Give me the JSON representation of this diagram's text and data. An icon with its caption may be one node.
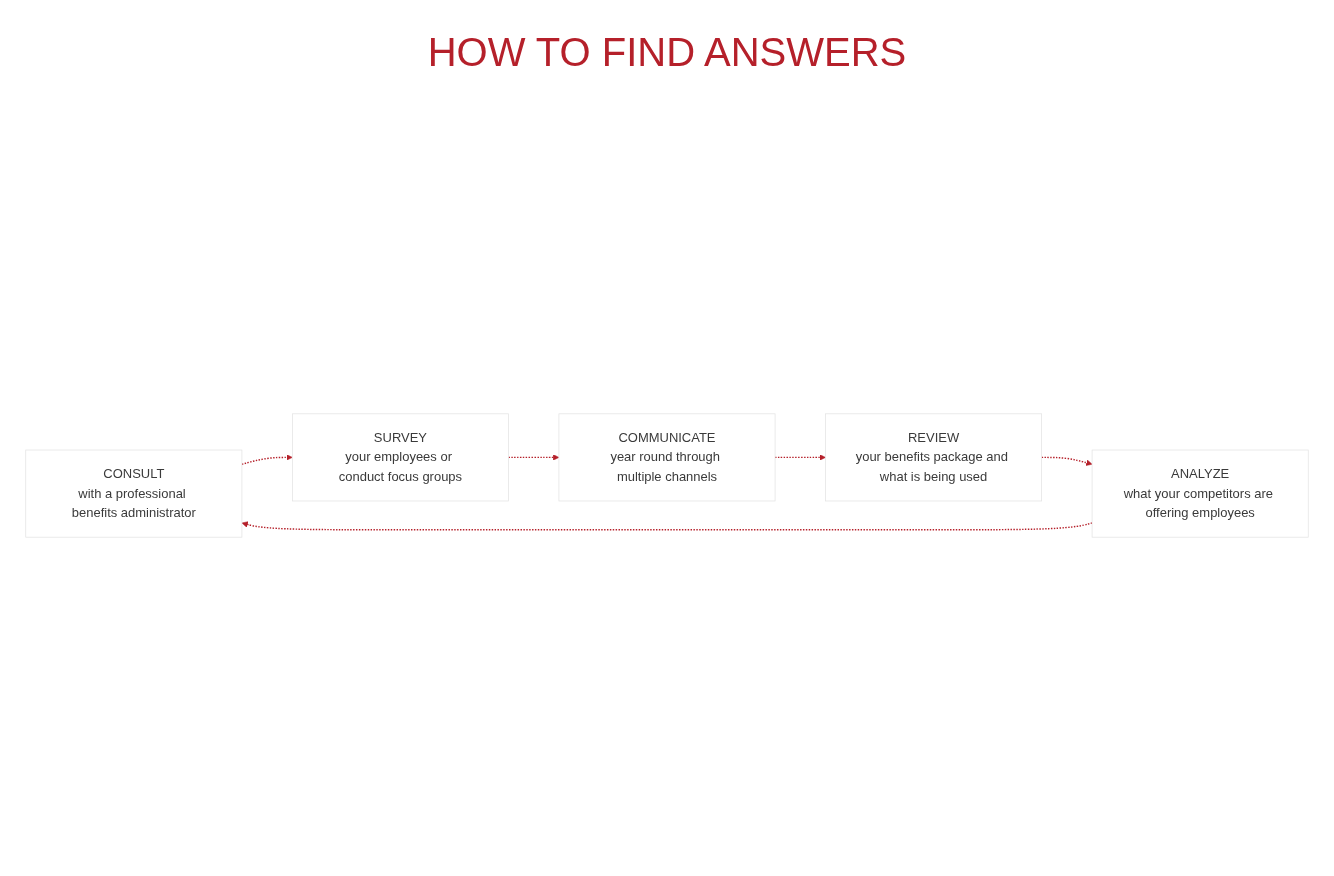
{
  "diagram": {
    "title": "HOW TO FIND ANSWERS",
    "nodes": [
      {
        "text": [
          "CONSULT",
          "with a professional benefits administrator"
        ]
      },
      {
        "text": [
          "SURVEY",
          "your employees or conduct focus groups"
        ]
      },
      {
        "text": [
          "COMMUNICATE",
          "year round through multiple channels"
        ]
      },
      {
        "text": [
          "REVIEW",
          "your benefits package and what is being used"
        ]
      },
      {
        "text": [
          "ANALYZE",
          "what your competitors are offering employees"
        ]
      }
    ],
    "edges": [
      {
        "from": 0,
        "to": 1,
        "arrow": "to",
        "style": "dashed"
      },
      {
        "from": 1,
        "to": 2,
        "arrow": "to",
        "style": "dashed"
      },
      {
        "from": 2,
        "to": 3,
        "arrow": "to",
        "style": "dashed"
      },
      {
        "from": 3,
        "to": 4,
        "arrow": "to",
        "style": "dashed"
      },
      {
        "from": 4,
        "to": 0,
        "arrow": "to",
        "style": "dashed"
      }
    ]
  }
}
